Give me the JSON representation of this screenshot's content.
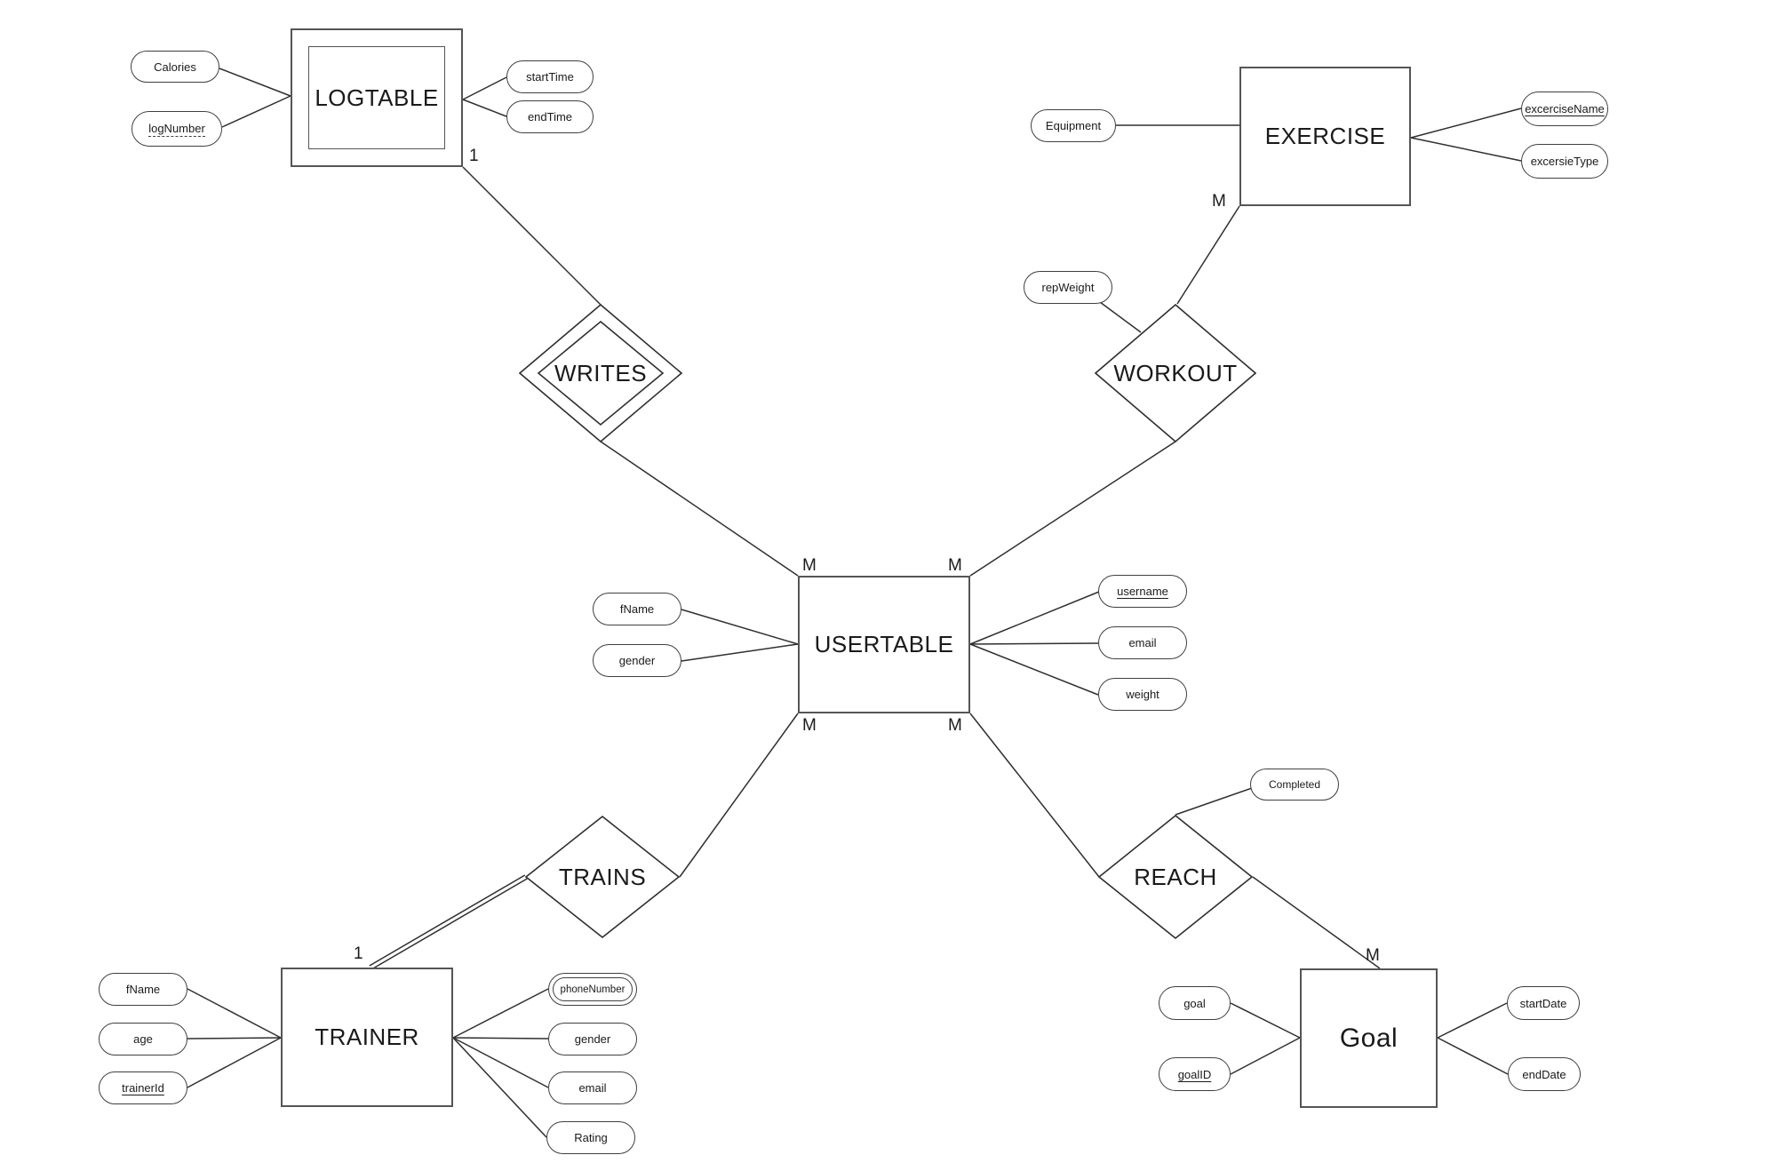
{
  "diagram_type": "entity-relationship-diagram",
  "entities": {
    "logtable": {
      "label": "LOGTABLE",
      "kind": "weak-entity"
    },
    "exercise": {
      "label": "EXERCISE",
      "kind": "entity"
    },
    "usertable": {
      "label": "USERTABLE",
      "kind": "entity"
    },
    "trainer": {
      "label": "TRAINER",
      "kind": "entity"
    },
    "goal": {
      "label": "Goal",
      "kind": "entity"
    }
  },
  "relationships": {
    "writes": {
      "label": "WRITES",
      "kind": "identifying-relationship"
    },
    "workout": {
      "label": "WORKOUT",
      "kind": "relationship"
    },
    "trains": {
      "label": "TRAINS",
      "kind": "relationship"
    },
    "reach": {
      "label": "REACH",
      "kind": "relationship"
    }
  },
  "attributes": {
    "logtable": {
      "calories": "Calories",
      "logNumber": "logNumber",
      "startTime": "startTime",
      "endTime": "endTime"
    },
    "exercise": {
      "equipment": "Equipment",
      "excerciseName": "excerciseName",
      "excersieType": "excersieType"
    },
    "workout": {
      "repWeight": "repWeight"
    },
    "usertable": {
      "fName": "fName",
      "gender": "gender",
      "username": "username",
      "email": "email",
      "weight": "weight"
    },
    "reach": {
      "completed": "Completed"
    },
    "trainer": {
      "fName": "fName",
      "age": "age",
      "trainerId": "trainerId",
      "phoneNumber": "phoneNumber",
      "gender": "gender",
      "email": "email",
      "rating": "Rating"
    },
    "goal": {
      "goal": "goal",
      "goalID": "goalID",
      "startDate": "startDate",
      "endDate": "endDate"
    }
  },
  "cardinalities": {
    "logtable_writes": "1",
    "writes_usertable": "M",
    "exercise_workout": "M",
    "workout_usertable": "M",
    "usertable_trains": "M",
    "trains_trainer": "1",
    "usertable_reach": "M",
    "reach_goal": "M"
  }
}
